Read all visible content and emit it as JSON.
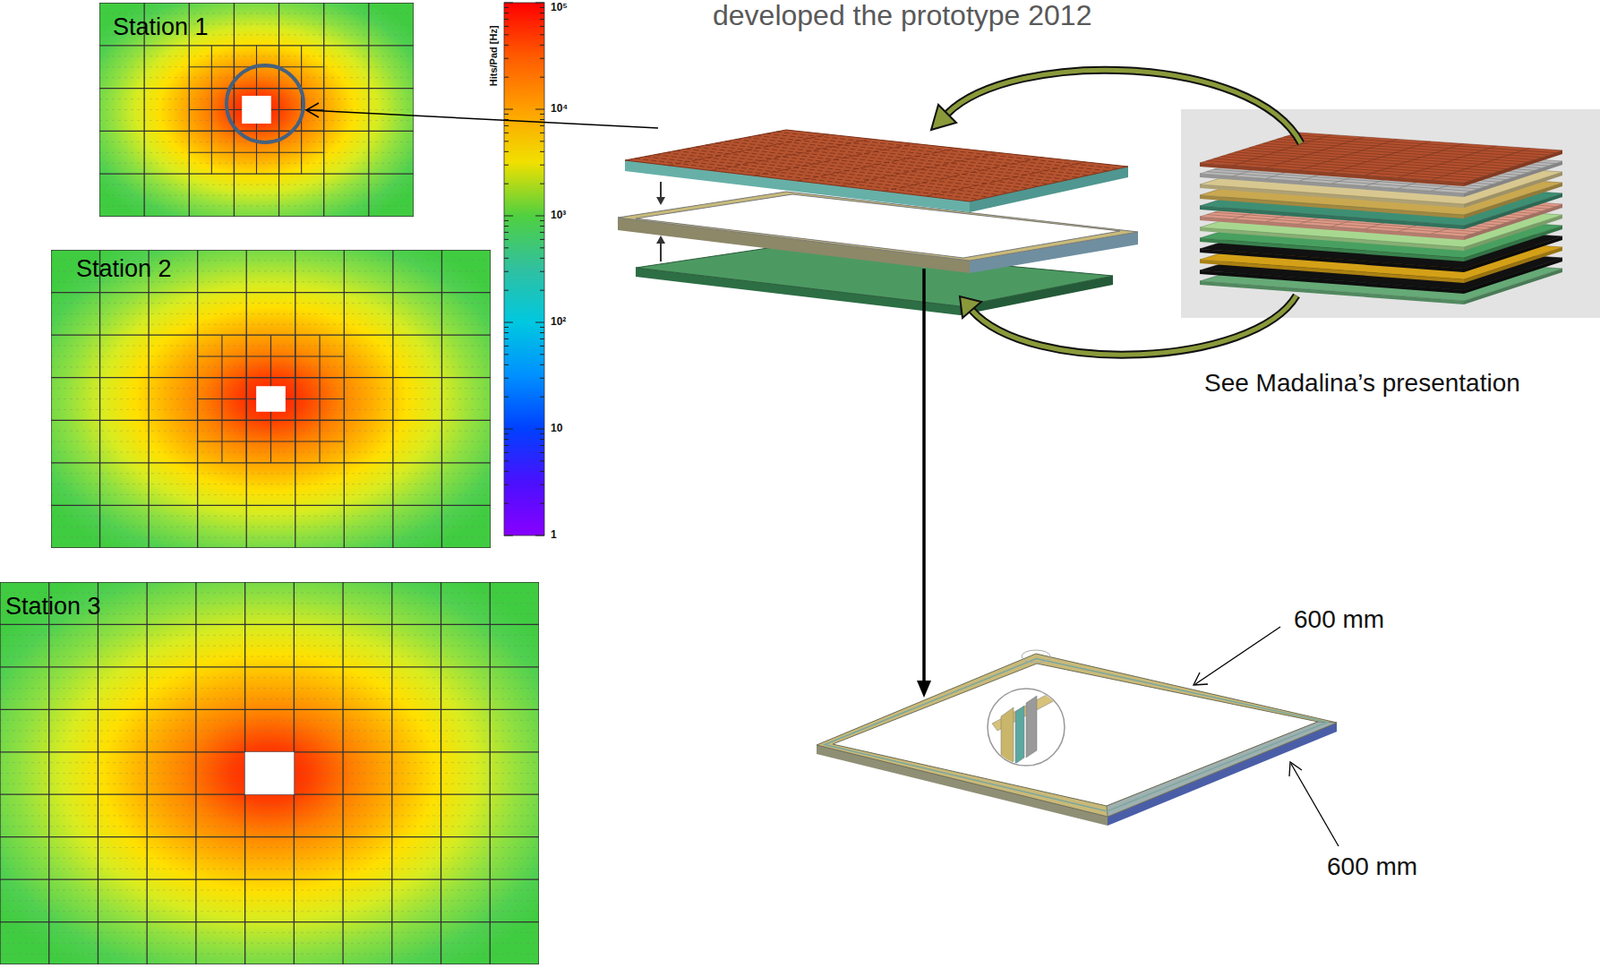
{
  "diagram": {
    "title": "developed the prototype 2012",
    "nodes": [
      {
        "text": [
          "Station 1"
        ]
      },
      {
        "text": [
          "Station 2"
        ]
      },
      {
        "text": [
          "Station 3"
        ]
      }
    ],
    "labels": [
      "Hits/Pad [Hz]",
      "10⁵",
      "10⁴",
      "10³",
      "10²",
      "10",
      "1",
      "See Madalina’s presentation",
      "600 mm",
      "600 mm"
    ]
  }
}
